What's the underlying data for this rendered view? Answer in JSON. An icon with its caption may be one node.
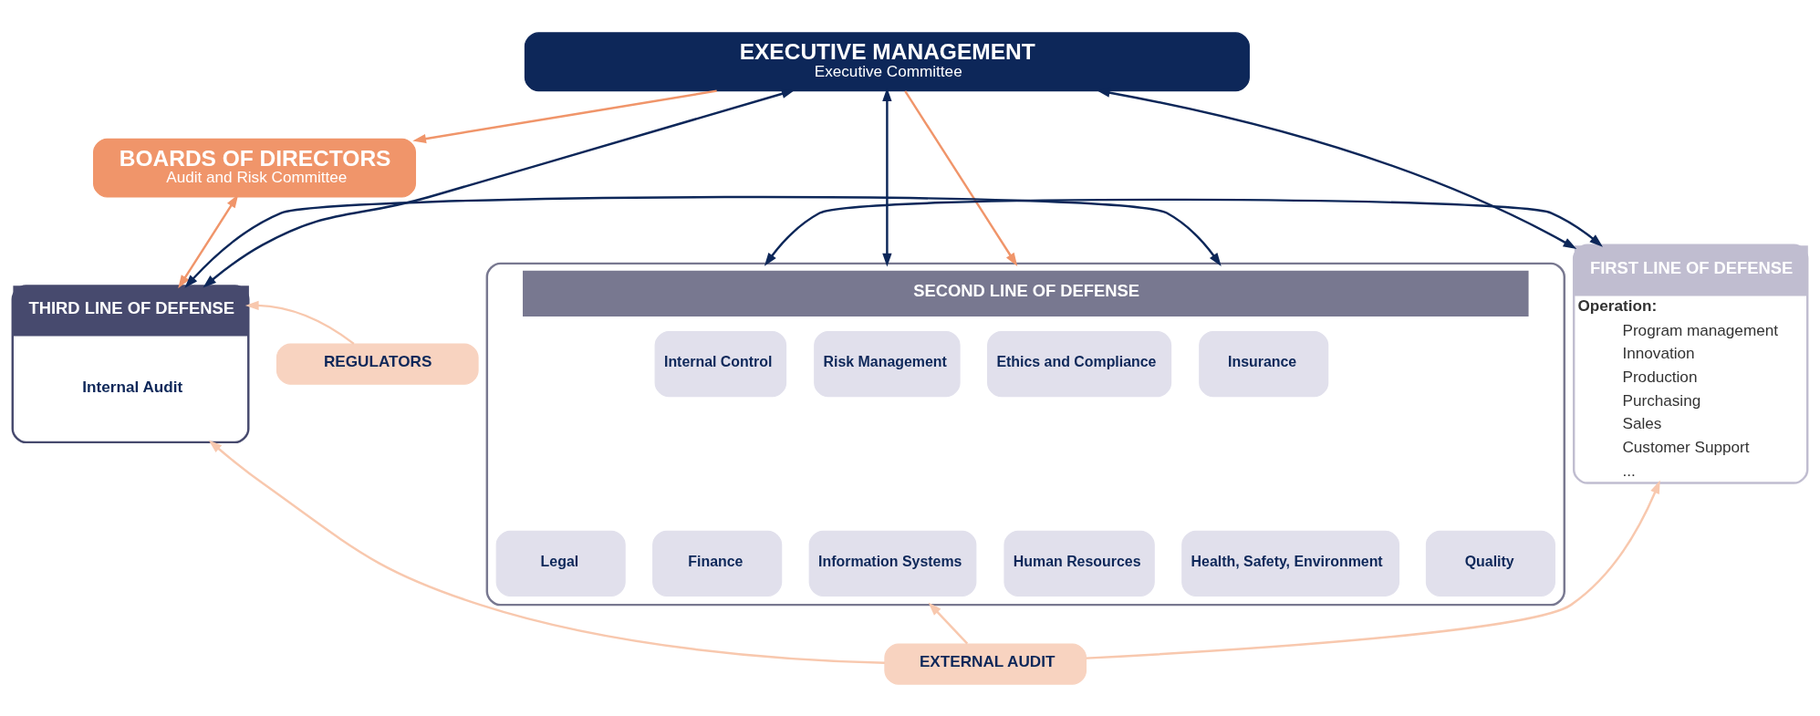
{
  "diagram": {
    "nodes": [
      {
        "text": [
          "BOARDS OF DIRECTORS",
          "Audit and Risk Committee"
        ]
      },
      {
        "text": [
          "EXECUTIVE MANAGEMENT",
          "Executive Committee"
        ]
      },
      {
        "text": [
          "FIRST LINE OF DEFENSE",
          "Operation:",
          "Program management",
          "Innovation",
          "Production",
          "Purchasing",
          "Sales",
          "Customer Support",
          "..."
        ]
      },
      {
        "text": [
          "SECOND LINE OF DEFENSE"
        ]
      },
      {
        "text": [
          "Internal Control"
        ],
        "in": 3
      },
      {
        "text": [
          "Risk Management"
        ],
        "in": 3
      },
      {
        "text": [
          "Ethics and Compliance"
        ],
        "in": 3
      },
      {
        "text": [
          "Insurance"
        ],
        "in": 3
      },
      {
        "text": [
          "Legal"
        ],
        "in": 3
      },
      {
        "text": [
          "Finance"
        ],
        "in": 3
      },
      {
        "text": [
          "Information Systems"
        ],
        "in": 3
      },
      {
        "text": [
          "Human Resources"
        ],
        "in": 3
      },
      {
        "text": [
          "Health, Safety, Environment"
        ],
        "in": 3
      },
      {
        "text": [
          "Quality"
        ],
        "in": 3
      },
      {
        "text": [
          "THIRD LINE OF DEFENSE",
          "Internal Audit"
        ]
      },
      {
        "text": [
          "REGULATORS"
        ]
      },
      {
        "text": [
          "EXTERNAL AUDIT"
        ]
      }
    ],
    "edges": [
      {
        "from": 1,
        "to": 2,
        "arrow": "both"
      },
      {
        "from": 1,
        "to": 3,
        "arrow": "both"
      },
      {
        "from": 1,
        "to": 0,
        "arrow": "to",
        "color": "#f0956a"
      },
      {
        "from": 1,
        "to": 3,
        "arrow": "to",
        "color": "#f0956a"
      },
      {
        "from": 1,
        "to": 14,
        "arrow": "both"
      },
      {
        "from": 0,
        "to": 14,
        "arrow": "both",
        "color": "#f0956a"
      },
      {
        "from": 2,
        "to": 3,
        "arrow": "both"
      },
      {
        "from": 3,
        "to": 14,
        "arrow": "both"
      },
      {
        "from": 15,
        "to": 14,
        "arrow": "to",
        "color": "#f8c8ae"
      },
      {
        "from": 16,
        "to": 2,
        "arrow": "to",
        "color": "#f8c8ae"
      },
      {
        "from": 16,
        "to": 3,
        "arrow": "to",
        "color": "#f8c8ae"
      },
      {
        "from": 16,
        "to": 14,
        "arrow": "to",
        "color": "#f8c8ae"
      }
    ]
  }
}
